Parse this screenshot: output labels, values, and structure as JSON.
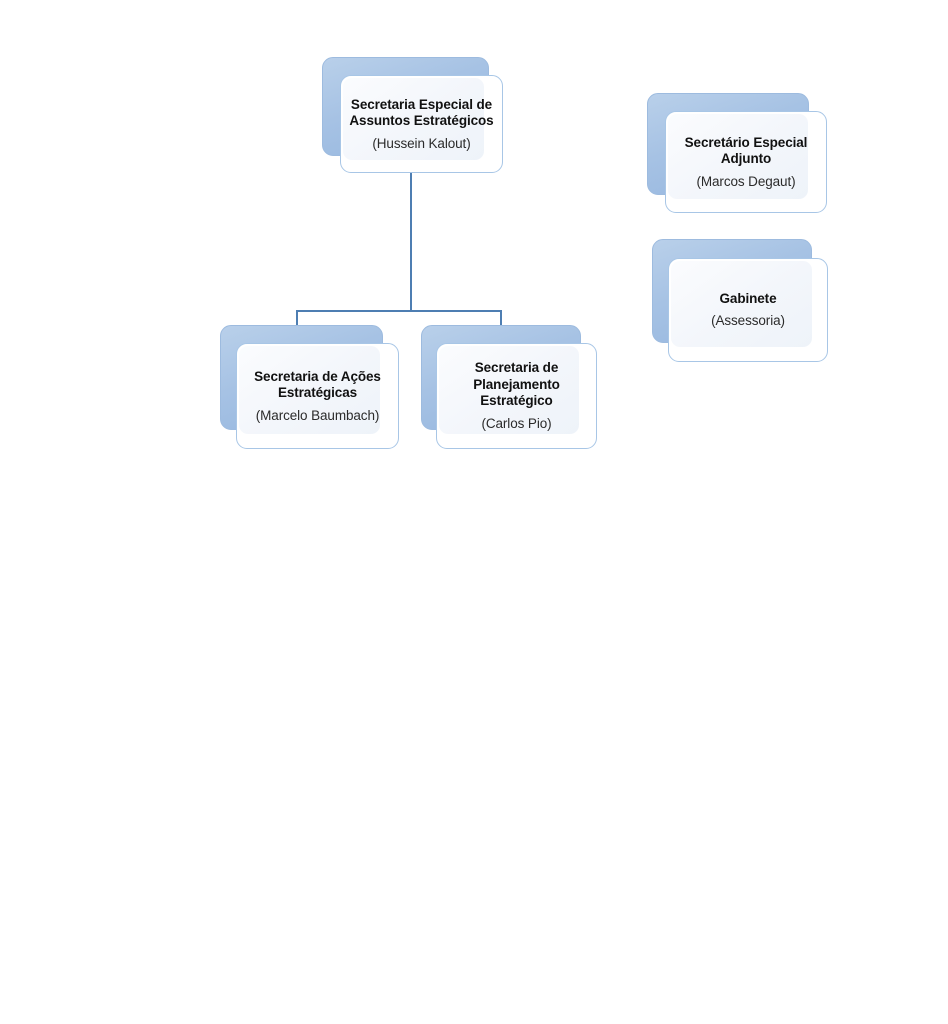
{
  "chart_data": {
    "type": "diagram",
    "diagram_kind": "organizational-chart",
    "title": "",
    "orientation": "top-down",
    "nodes": [
      {
        "id": "secretaria-especial-assuntos-estrategicos",
        "title": "Secretaria Especial de Assuntos Estratégicos",
        "person": "(Hussein Kalout)",
        "level": 0
      },
      {
        "id": "secretaria-acoes-estrategicas",
        "title": "Secretaria de Ações Estratégicas",
        "person": "(Marcelo Baumbach)",
        "level": 1
      },
      {
        "id": "secretaria-planejamento-estrategico",
        "title": "Secretaria de Planejamento Estratégico",
        "person": "(Carlos Pio)",
        "level": 1
      },
      {
        "id": "secretario-especial-adjunto",
        "title": "Secretário Especial Adjunto",
        "person": "(Marcos Degaut)",
        "level": "staff"
      },
      {
        "id": "gabinete",
        "title": "Gabinete",
        "person": "(Assessoria)",
        "level": "staff"
      }
    ],
    "edges": [
      {
        "from": "secretaria-especial-assuntos-estrategicos",
        "to": "secretaria-acoes-estrategicas"
      },
      {
        "from": "secretaria-especial-assuntos-estrategicos",
        "to": "secretaria-planejamento-estrategico"
      }
    ],
    "colors": {
      "plate_blue": "#a6c2e4",
      "card_border": "#a8c6e6",
      "connector": "#4E7EB2",
      "card_fill": "#ffffff",
      "inner_fill": "#f3f6fb",
      "text": "#111111",
      "background": "#ffffff"
    }
  },
  "root": {
    "title": "Secretaria Especial de Assuntos Estratégicos",
    "person": "(Hussein Kalout)"
  },
  "children": [
    {
      "title": "Secretaria de Ações Estratégicas",
      "person": "(Marcelo Baumbach)"
    },
    {
      "title": "Secretaria de Planejamento Estratégico",
      "person": "(Carlos Pio)"
    }
  ],
  "staff": [
    {
      "title": "Secretário Especial Adjunto",
      "person": "(Marcos Degaut)"
    },
    {
      "title": "Gabinete",
      "person": "(Assessoria)"
    }
  ]
}
